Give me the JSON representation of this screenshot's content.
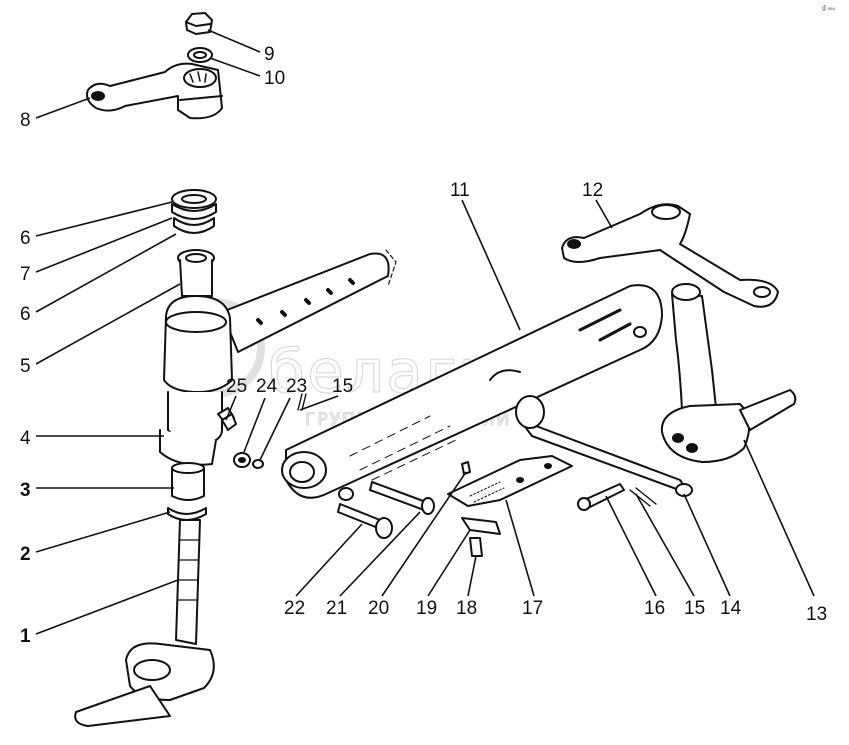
{
  "corner_mark": "₫ ₈₈₈",
  "watermark": {
    "brand": "белагро",
    "subtitle": "ГРУППА КОМПАНИЙ"
  },
  "callouts": [
    {
      "id": "9",
      "text": "9",
      "bold": false
    },
    {
      "id": "10",
      "text": "10",
      "bold": false
    },
    {
      "id": "8",
      "text": "8",
      "bold": false
    },
    {
      "id": "11",
      "text": "11",
      "bold": false
    },
    {
      "id": "12",
      "text": "12",
      "bold": false
    },
    {
      "id": "6a",
      "text": "6",
      "bold": false
    },
    {
      "id": "7",
      "text": "7",
      "bold": false
    },
    {
      "id": "6b",
      "text": "6",
      "bold": false
    },
    {
      "id": "5",
      "text": "5",
      "bold": false
    },
    {
      "id": "25",
      "text": "25",
      "bold": false
    },
    {
      "id": "24",
      "text": "24",
      "bold": false
    },
    {
      "id": "23",
      "text": "23",
      "bold": false
    },
    {
      "id": "15a",
      "text": "15",
      "bold": false
    },
    {
      "id": "4",
      "text": "4",
      "bold": false
    },
    {
      "id": "3",
      "text": "3",
      "bold": true
    },
    {
      "id": "2",
      "text": "2",
      "bold": true
    },
    {
      "id": "1",
      "text": "1",
      "bold": true
    },
    {
      "id": "22",
      "text": "22",
      "bold": false
    },
    {
      "id": "21",
      "text": "21",
      "bold": false
    },
    {
      "id": "20",
      "text": "20",
      "bold": false
    },
    {
      "id": "19",
      "text": "19",
      "bold": false
    },
    {
      "id": "18",
      "text": "18",
      "bold": false
    },
    {
      "id": "17",
      "text": "17",
      "bold": false
    },
    {
      "id": "16",
      "text": "16",
      "bold": false
    },
    {
      "id": "15b",
      "text": "15",
      "bold": false
    },
    {
      "id": "14",
      "text": "14",
      "bold": false
    },
    {
      "id": "13",
      "text": "13",
      "bold": false
    }
  ]
}
